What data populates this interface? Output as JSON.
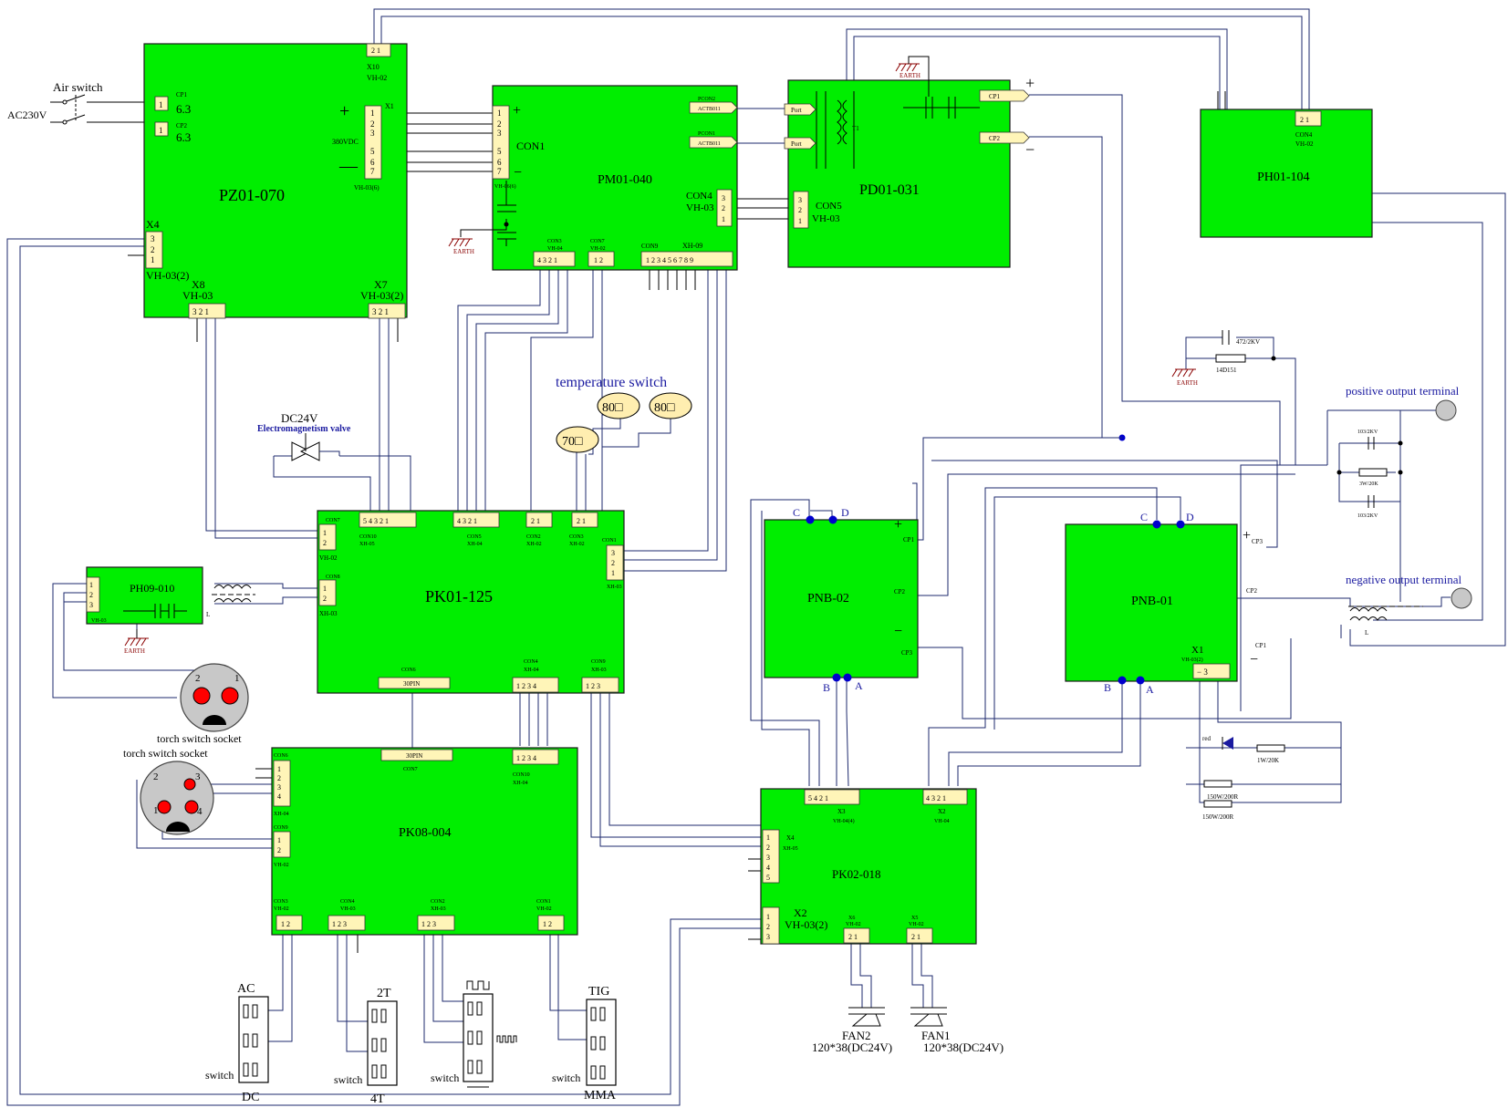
{
  "boards": {
    "pz01": "PZ01-070",
    "pm01": "PM01-040",
    "pd01": "PD01-031",
    "ph01": "PH01-104",
    "pk01": "PK01-125",
    "pnb02": "PNB-02",
    "pnb01": "PNB-01",
    "ph09": "PH09-010",
    "pk08": "PK08-004",
    "pk02": "PK02-018"
  },
  "labels": {
    "air_switch": "Air switch",
    "ac230v": "AC230V",
    "cp1_63": "6.3",
    "cp2_63": "6.3",
    "v380": "380VDC",
    "earth": "EARTH",
    "temperature_switch": "temperature switch",
    "t70": "70□",
    "t80a": "80□",
    "t80b": "80□",
    "dc24v": "DC24V",
    "valve": "Electromagnetism valve",
    "positive_output": "positive output terminal",
    "negative_output": "negative output terminal",
    "torch1": "torch switch socket",
    "torch2": "torch switch socket",
    "fan2": "FAN2",
    "fan2_spec": "120*38(DC24V)",
    "fan1": "FAN1",
    "fan1_spec": "120*38(DC24V)",
    "ac": "AC",
    "dc": "DC",
    "t2": "2T",
    "t4": "4T",
    "tig": "TIG",
    "mma": "MMA",
    "switch": "switch",
    "red": "red",
    "r1w20k": "1W/20K",
    "r150w_a": "150W/200R",
    "r150w_b": "150W/200R",
    "c472": "472/2KV",
    "r14d": "14D151",
    "c103a": "103/2KV",
    "r3w": "3W/20K",
    "c103b": "103/2KV",
    "ind_l1": "L",
    "ind_l2": "L"
  },
  "connectors": {
    "x1": "X1",
    "vh03_6": "VH-03(6)",
    "x10": "X10",
    "vh02": "VH-02",
    "x4": "X4",
    "vh03_2": "VH-03(2)",
    "x8": "X8",
    "vh03": "VH-03",
    "x7": "X7",
    "con1": "CON1",
    "vh06_6": "VH-06(6)",
    "con3": "CON3",
    "vh04": "VH-04",
    "con7": "CON7",
    "con9": "CON9",
    "xh09": "XH-09",
    "con4": "CON4",
    "con5": "CON5",
    "pcon2": "PCON2",
    "pcon1": "PCON1",
    "actb011": "ACTB011",
    "port": "Port",
    "cp1": "CP1",
    "cp2": "CP2",
    "cp3": "CP3",
    "t1": "T1",
    "con4b": "CON4",
    "con10": "CON10",
    "xh05": "XH-05",
    "con5b": "CON5",
    "xh04": "XH-04",
    "con2": "CON2",
    "xh02": "XH-02",
    "con8": "CON8",
    "xh03": "XH-03",
    "con6": "CON6",
    "p30pin": "30PIN",
    "x3": "X3",
    "vh04_4": "VH-04(4)",
    "x2": "X2",
    "x5": "X5",
    "x6": "X6",
    "vh03_2b": "VH-03(2)",
    "terminal_c": "C",
    "terminal_d": "D",
    "terminal_a": "A",
    "terminal_b": "B"
  }
}
